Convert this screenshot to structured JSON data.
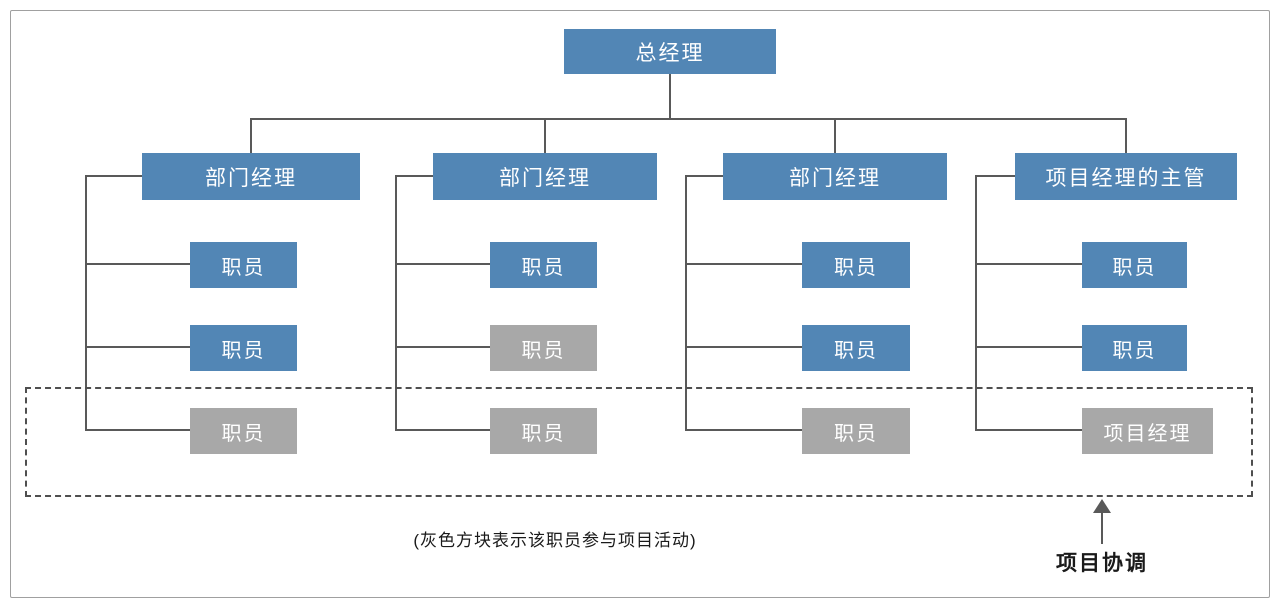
{
  "diagram": {
    "type": "org-chart",
    "root": {
      "label": "总经理"
    },
    "columns": [
      {
        "manager": "部门经理",
        "staff": [
          {
            "label": "职员",
            "participates_in_project": false
          },
          {
            "label": "职员",
            "participates_in_project": false
          },
          {
            "label": "职员",
            "participates_in_project": true
          }
        ]
      },
      {
        "manager": "部门经理",
        "staff": [
          {
            "label": "职员",
            "participates_in_project": false
          },
          {
            "label": "职员",
            "participates_in_project": true
          },
          {
            "label": "职员",
            "participates_in_project": true
          }
        ]
      },
      {
        "manager": "部门经理",
        "staff": [
          {
            "label": "职员",
            "participates_in_project": false
          },
          {
            "label": "职员",
            "participates_in_project": false
          },
          {
            "label": "职员",
            "participates_in_project": true
          }
        ]
      },
      {
        "manager": "项目经理的主管",
        "staff": [
          {
            "label": "职员",
            "participates_in_project": false
          },
          {
            "label": "职员",
            "participates_in_project": false
          },
          {
            "label": "项目经理",
            "participates_in_project": true
          }
        ]
      }
    ],
    "legend_note": "(灰色方块表示该职员参与项目活动)",
    "coordination_label": "项目协调",
    "colors": {
      "manager_box": "#5286b5",
      "project_participant_box": "#a8a8a8",
      "connector_line": "#595959",
      "box_text": "#ffffff"
    }
  }
}
